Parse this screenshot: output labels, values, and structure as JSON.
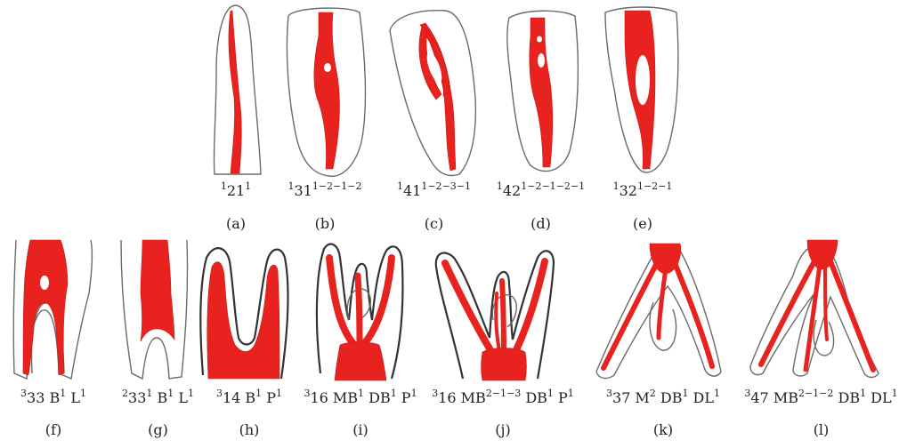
{
  "panels": [
    {
      "letter": "(a)",
      "formula": [
        [
          "",
          "1"
        ],
        [
          "21",
          "1"
        ]
      ]
    },
    {
      "letter": "(b)",
      "formula": [
        [
          "",
          "1"
        ],
        [
          "31",
          "1−2−1−2"
        ]
      ]
    },
    {
      "letter": "(c)",
      "formula": [
        [
          "",
          "1"
        ],
        [
          "41",
          "1−2−3−1"
        ]
      ]
    },
    {
      "letter": "(d)",
      "formula": [
        [
          "",
          "1"
        ],
        [
          "42",
          "1−2−1−2−1"
        ]
      ]
    },
    {
      "letter": "(e)",
      "formula": [
        [
          "",
          "1"
        ],
        [
          "32",
          "1−2−1"
        ]
      ]
    },
    {
      "letter": "(f)",
      "formula": [
        [
          "",
          "3"
        ],
        [
          "33 B",
          "1"
        ],
        [
          " L",
          "1"
        ]
      ]
    },
    {
      "letter": "(g)",
      "formula": [
        [
          "",
          "2"
        ],
        [
          "33",
          "1"
        ],
        [
          " B",
          "1"
        ],
        [
          " L",
          "1"
        ]
      ]
    },
    {
      "letter": "(h)",
      "formula": [
        [
          "",
          "3"
        ],
        [
          "14 B",
          "1"
        ],
        [
          " P",
          "1"
        ]
      ]
    },
    {
      "letter": "(i)",
      "formula": [
        [
          "",
          "3"
        ],
        [
          "16 MB",
          "1"
        ],
        [
          " DB",
          "1"
        ],
        [
          " P",
          "1"
        ]
      ]
    },
    {
      "letter": "(j)",
      "formula": [
        [
          "",
          "3"
        ],
        [
          "16 MB",
          "2−1−3"
        ],
        [
          " DB",
          "1"
        ],
        [
          " P",
          "1"
        ]
      ]
    },
    {
      "letter": "(k)",
      "formula": [
        [
          "",
          "3"
        ],
        [
          "37 M",
          "2"
        ],
        [
          " DB",
          "1"
        ],
        [
          " DL",
          "1"
        ]
      ]
    },
    {
      "letter": "(l)",
      "formula": [
        [
          "",
          "3"
        ],
        [
          "47 MB",
          "2−1−2"
        ],
        [
          " DB",
          "1"
        ],
        [
          " DL",
          "1"
        ]
      ]
    }
  ],
  "colors": {
    "canal": "#e8231f",
    "outline": "#6a6a6a",
    "background": "#ffffff"
  }
}
